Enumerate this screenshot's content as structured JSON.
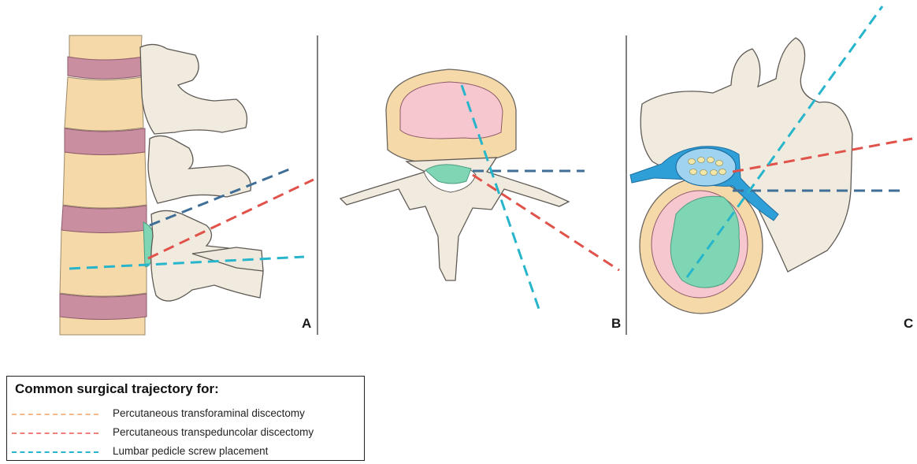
{
  "panels": [
    {
      "label": "A"
    },
    {
      "label": "B"
    },
    {
      "label": "C"
    }
  ],
  "legend": {
    "title": "Common surgical trajectory for:",
    "items": [
      {
        "label": "Percutaneous transforaminal discectomy",
        "color": "#f4b98a"
      },
      {
        "label": "Percutaneous transpeduncolar discectomy",
        "color": "#ee7f7a"
      },
      {
        "label": "Lumbar pedicle screw placement",
        "color": "#27b5cc"
      }
    ]
  },
  "colors": {
    "bone": "#f1ebdf",
    "bone_outline": "#6a6560",
    "vertebral_body": "#f5d9a8",
    "disc": "#c98fa0",
    "nucleus": "#f6c7cf",
    "herniation": "#7ed6b4",
    "nerve": "#2f9fd8",
    "dark_blue_trajectory": "#3f6e96",
    "red_trajectory": "#e0524a",
    "cyan_trajectory": "#27b5cc",
    "divider": "#555555"
  }
}
